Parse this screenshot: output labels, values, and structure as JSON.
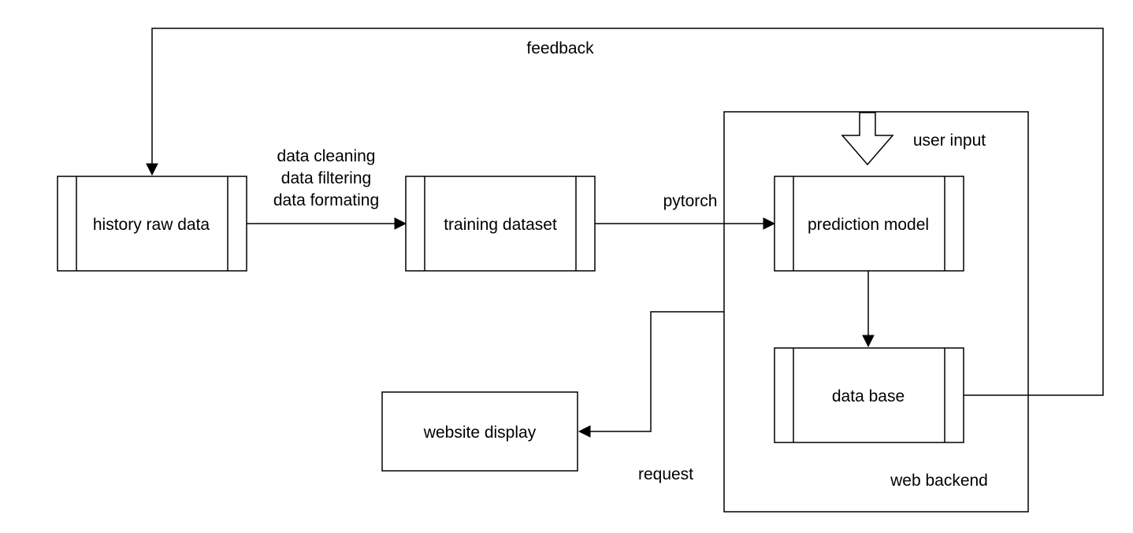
{
  "diagram": {
    "nodes": {
      "history_raw_data": "history raw data",
      "training_dataset": "training dataset",
      "prediction_model": "prediction model",
      "data_base": "data base",
      "website_display": "website display"
    },
    "container": {
      "label": "web backend"
    },
    "edges": {
      "preprocessing": [
        "data cleaning",
        "data filtering",
        "data formating"
      ],
      "training": "pytorch",
      "feedback": "feedback",
      "user_input": "user input",
      "request": "request"
    }
  }
}
